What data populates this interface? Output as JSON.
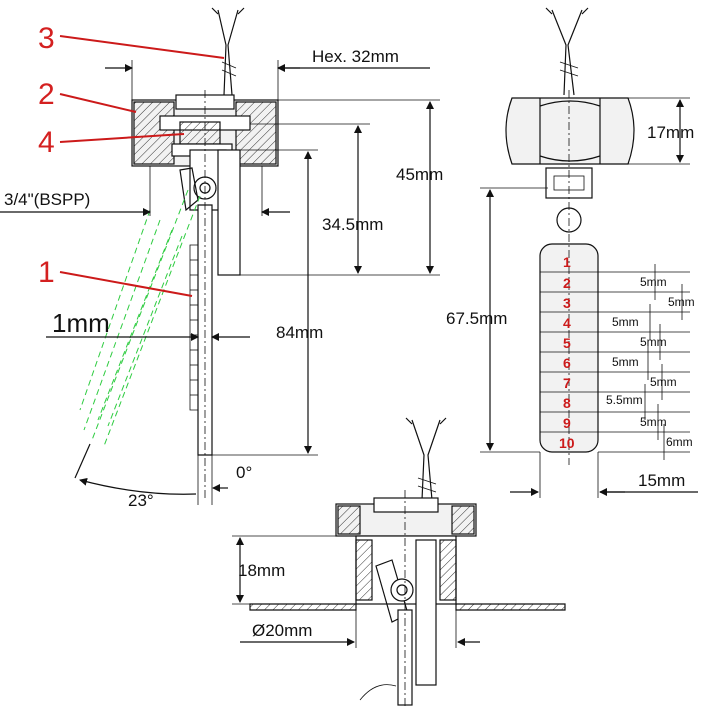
{
  "callouts": {
    "c1": "1",
    "c2": "2",
    "c3": "3",
    "c4": "4"
  },
  "dimensions": {
    "hex": "Hex. 32mm",
    "thread": "3/4\"(BSPP)",
    "height_45": "45mm",
    "height_34_5": "34.5mm",
    "height_84": "84mm",
    "thickness_1": "1mm",
    "angle_0": "0°",
    "angle_23": "23°",
    "hex_height": "17mm",
    "paddle_length": "67.5mm",
    "paddle_width": "15mm",
    "insert_depth": "18mm",
    "pipe_diameter": "Ø20mm"
  },
  "segments": {
    "numbers": [
      "1",
      "2",
      "3",
      "4",
      "5",
      "6",
      "7",
      "8",
      "9",
      "10"
    ],
    "spacings": [
      "5mm",
      "5mm",
      "5mm",
      "5mm",
      "5mm",
      "5mm",
      "5.5mm",
      "5mm",
      "6mm"
    ]
  },
  "colors": {
    "callout": "#d42020",
    "swing": "#2ecc40",
    "line": "#111111"
  }
}
